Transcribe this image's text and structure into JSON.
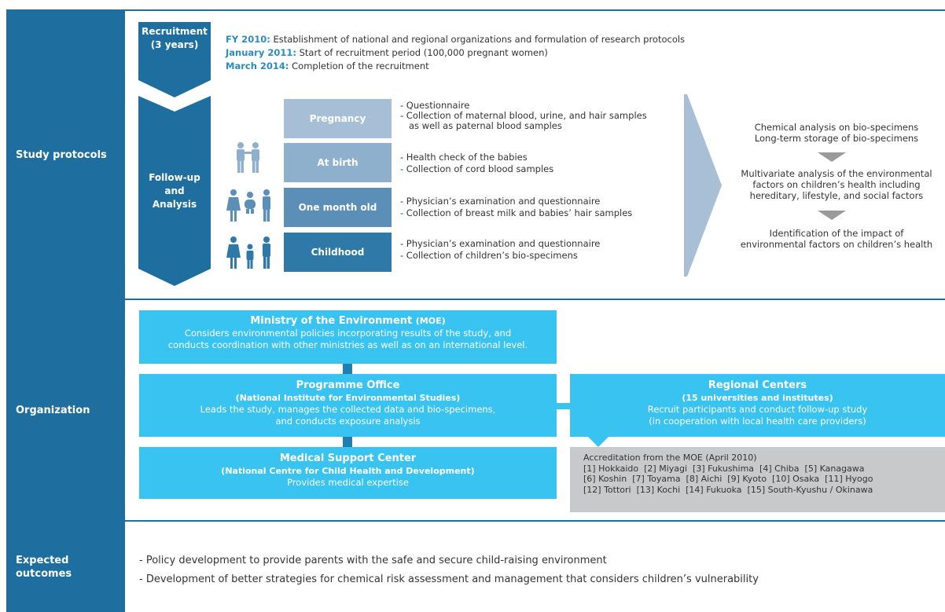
{
  "sections": {
    "study_protocols": "Study protocols",
    "organization": "Organization",
    "expected_outcomes_line1": "Expected",
    "expected_outcomes_line2": "outcomes"
  },
  "recruitment": {
    "label_line1": "Recruitment",
    "label_line2": "(3 years)",
    "timeline": [
      {
        "date": "FY 2010:",
        "text": "Establishment of national and regional organizations and formulation of research protocols"
      },
      {
        "date": "January 2011:",
        "text": "Start of recruitment period (100,000 pregnant women)"
      },
      {
        "date": "March 2014:",
        "text": "Completion of the recruitment"
      }
    ]
  },
  "followup": {
    "line1": "Follow-up",
    "line2": "and",
    "line3": "Analysis"
  },
  "stages": [
    {
      "name": "Pregnancy",
      "color": "#a7bfd6",
      "items": [
        "- Questionnaire",
        "- Collection of maternal blood, urine, and hair samples",
        "   as well as paternal blood samples"
      ]
    },
    {
      "name": "At birth",
      "color": "#8fb0cd",
      "items": [
        "- Health check of the babies",
        "- Collection of cord blood samples"
      ]
    },
    {
      "name": "One month old",
      "color": "#5b8fb8",
      "items": [
        "- Physician’s examination and questionnaire",
        "- Collection of breast milk and babies’ hair samples"
      ]
    },
    {
      "name": "Childhood",
      "color": "#2f79a8",
      "items": [
        "- Physician’s examination and questionnaire",
        "- Collection of children’s bio-specimens"
      ]
    }
  ],
  "analysis": {
    "block1": [
      "Chemical analysis on bio-specimens",
      "Long-term storage of bio-specimens"
    ],
    "block2": [
      "Multivariate analysis of the environmental",
      "factors on children’s health including",
      "hereditary, lifestyle, and social factors"
    ],
    "block3": [
      "Identification of the impact of",
      "environmental factors on children’s health"
    ]
  },
  "org": {
    "moe": {
      "title": "Ministry of the Environment",
      "abbr": "(MOE)",
      "desc": [
        "Considers environmental policies incorporating results of the study, and",
        "conducts coordination with other ministries as well as on an international level."
      ]
    },
    "programme": {
      "title": "Programme Office",
      "sub": "(National Institute for Environmental Studies)",
      "desc": [
        "Leads the study, manages the collected data and bio-specimens,",
        "and conducts exposure analysis"
      ]
    },
    "medical": {
      "title": "Medical Support Center",
      "sub": "(National Centre for Child Health and Development)",
      "desc": [
        "Provides medical expertise"
      ]
    },
    "regional": {
      "title": "Regional Centers",
      "sub": "(15 universities and institutes)",
      "desc": [
        "Recruit participants and conduct follow-up study",
        "(in cooperation with local health care providers)"
      ]
    },
    "accreditation": {
      "title": "Accreditation from the MOE (April 2010)",
      "lines": [
        "[1] Hokkaido  [2] Miyagi  [3] Fukushima  [4] Chiba  [5] Kanagawa",
        "[6] Koshin  [7] Toyama  [8] Aichi  [9] Kyoto  [10] Osaka  [11] Hyogo",
        "[12] Tottori  [13] Kochi  [14] Fukuoka  [15] South-Kyushu / Okinawa"
      ]
    }
  },
  "outcomes": [
    "- Policy development to provide parents with the safe and secure child-raising environment",
    "- Development of better strategies for chemical risk assessment and management that considers children’s vulnerability"
  ],
  "colors": {
    "sidebar": "#1e6f9f",
    "arrow": "#1e6f9f",
    "org_box": "#38c3f0",
    "connector": "#1e7fb0",
    "big_arrow": "#a9bfd5",
    "gray": "#c8c9ca",
    "down_arrow": "#9a9a9a"
  },
  "icons": [
    "parents-icon",
    "family-baby-icon",
    "family-child-icon"
  ]
}
